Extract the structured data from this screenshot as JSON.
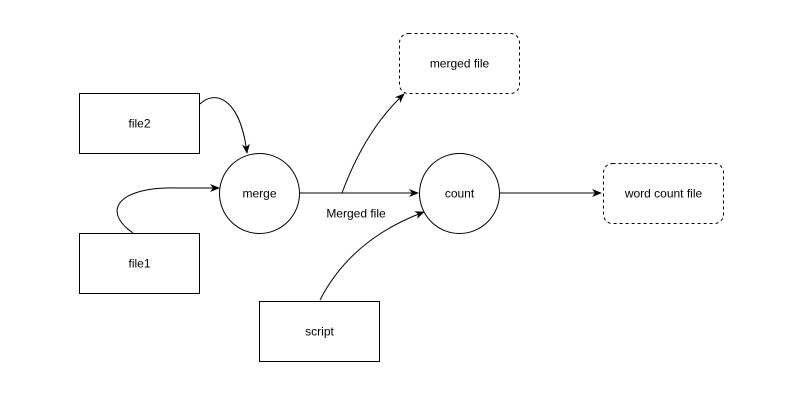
{
  "nodes": {
    "file2": "file2",
    "file1": "file1",
    "merge": "merge",
    "count": "count",
    "script": "script",
    "merged_file": "merged file",
    "word_count_file": "word count file"
  },
  "edges": {
    "merge_to_count_label": "Merged file"
  },
  "colors": {
    "stroke": "#000000",
    "background": "#ffffff"
  }
}
